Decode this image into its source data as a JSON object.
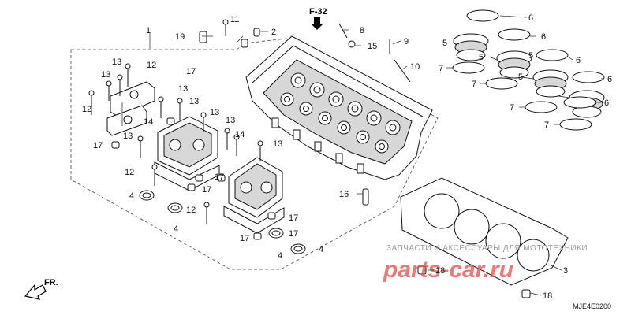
{
  "diagram": {
    "section_ref": "F-32",
    "forward_label": "FR.",
    "drawing_code": "MJE4E0200",
    "watermark": {
      "line1": "ЗАПЧАСТИ И АКСЕССУАРЫ ДЛЯ МОТОТЕХНИКИ",
      "line2": "parts-car.ru"
    },
    "callouts": [
      {
        "id": "c1",
        "label": "1"
      },
      {
        "id": "c2",
        "label": "2"
      },
      {
        "id": "c3",
        "label": "3"
      },
      {
        "id": "c4a",
        "label": "4"
      },
      {
        "id": "c4b",
        "label": "4"
      },
      {
        "id": "c4c",
        "label": "4"
      },
      {
        "id": "c4d",
        "label": "4"
      },
      {
        "id": "c5a",
        "label": "5"
      },
      {
        "id": "c5b",
        "label": "5"
      },
      {
        "id": "c5c",
        "label": "5"
      },
      {
        "id": "c5d",
        "label": "5"
      },
      {
        "id": "c6a",
        "label": "6"
      },
      {
        "id": "c6b",
        "label": "6"
      },
      {
        "id": "c6c",
        "label": "6"
      },
      {
        "id": "c6d",
        "label": "6"
      },
      {
        "id": "c6e",
        "label": "6"
      },
      {
        "id": "c7a",
        "label": "7"
      },
      {
        "id": "c7b",
        "label": "7"
      },
      {
        "id": "c7c",
        "label": "7"
      },
      {
        "id": "c7d",
        "label": "7"
      },
      {
        "id": "c8",
        "label": "8"
      },
      {
        "id": "c9",
        "label": "9"
      },
      {
        "id": "c10",
        "label": "10"
      },
      {
        "id": "c11",
        "label": "11"
      },
      {
        "id": "c12a",
        "label": "12"
      },
      {
        "id": "c12b",
        "label": "12"
      },
      {
        "id": "c12c",
        "label": "12"
      },
      {
        "id": "c12d",
        "label": "12"
      },
      {
        "id": "c13a",
        "label": "13"
      },
      {
        "id": "c13b",
        "label": "13"
      },
      {
        "id": "c13c",
        "label": "13"
      },
      {
        "id": "c13d",
        "label": "13"
      },
      {
        "id": "c13e",
        "label": "13"
      },
      {
        "id": "c13f",
        "label": "13"
      },
      {
        "id": "c13g",
        "label": "13"
      },
      {
        "id": "c14a",
        "label": "14"
      },
      {
        "id": "c14b",
        "label": "14"
      },
      {
        "id": "c15",
        "label": "15"
      },
      {
        "id": "c16",
        "label": "16"
      },
      {
        "id": "c17a",
        "label": "17"
      },
      {
        "id": "c17b",
        "label": "17"
      },
      {
        "id": "c17c",
        "label": "17"
      },
      {
        "id": "c17d",
        "label": "17"
      },
      {
        "id": "c17e",
        "label": "17"
      },
      {
        "id": "c17f",
        "label": "17"
      },
      {
        "id": "c17g",
        "label": "17"
      },
      {
        "id": "c18a",
        "label": "18"
      },
      {
        "id": "c18b",
        "label": "18"
      },
      {
        "id": "c19",
        "label": "19"
      }
    ]
  }
}
